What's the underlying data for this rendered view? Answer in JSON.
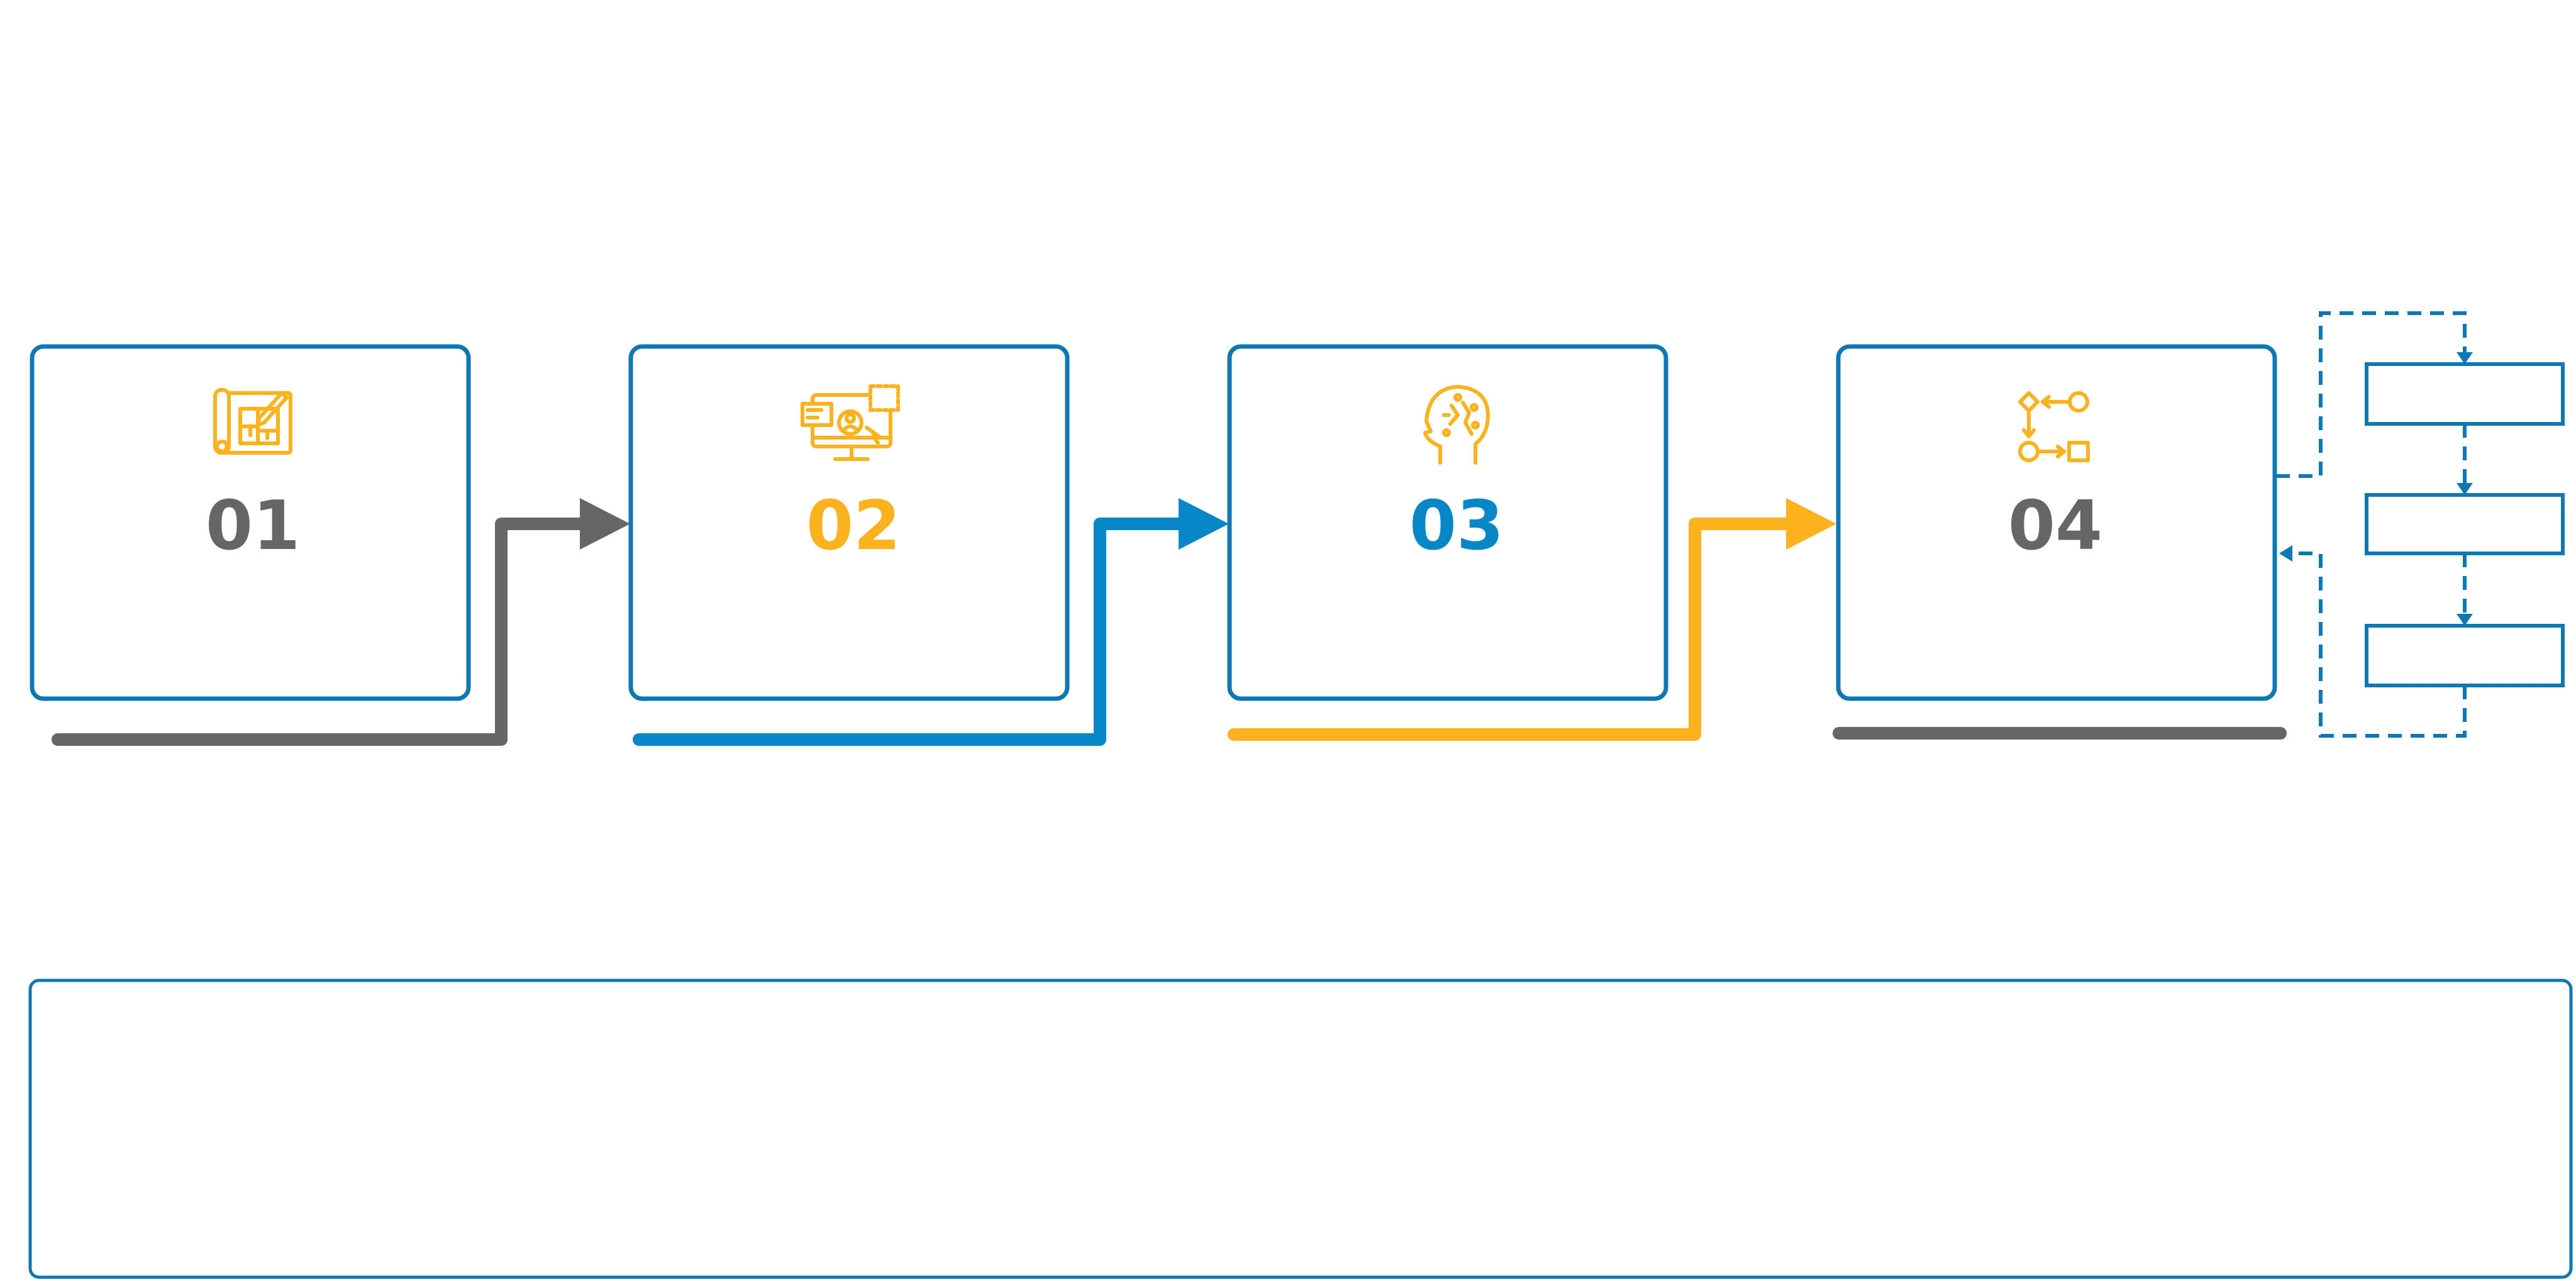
{
  "colors": {
    "border_blue": "#0F78B4",
    "gray": "#666666",
    "gold": "#FBB21D",
    "blue": "#0787C7"
  },
  "steps": [
    {
      "number": "01",
      "icon": "blueprint-icon",
      "number_color": "#666666",
      "connector_color": "#666666"
    },
    {
      "number": "02",
      "icon": "monitor-user-icon",
      "number_color": "#FBB21D",
      "connector_color": "#0787C7"
    },
    {
      "number": "03",
      "icon": "ai-head-icon",
      "number_color": "#0787C7",
      "connector_color": "#FBB21D"
    },
    {
      "number": "04",
      "icon": "algorithm-flow-icon",
      "number_color": "#666666",
      "connector_color": "#666666"
    }
  ],
  "side_loop": {
    "boxes": 3,
    "icon": "dashed-loop-arrows"
  },
  "bottom_panel": {
    "text": ""
  }
}
